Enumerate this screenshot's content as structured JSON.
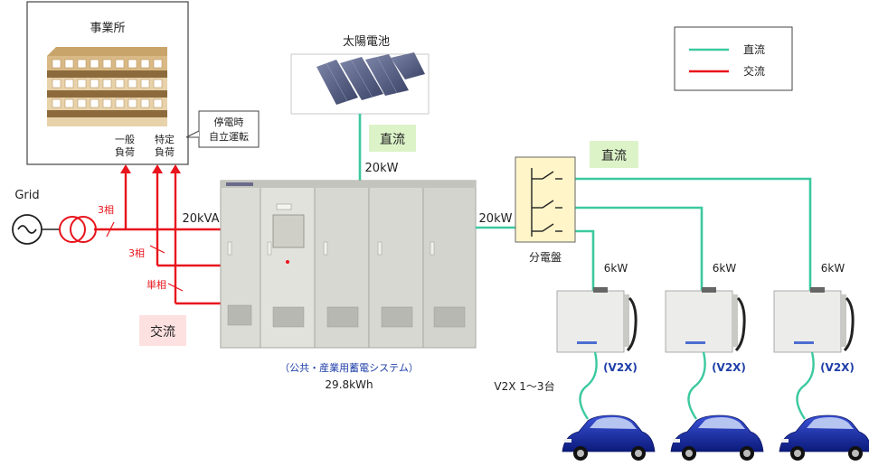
{
  "office": {
    "title": "事業所",
    "load_general": [
      "一般",
      "負荷"
    ],
    "load_specific": [
      "特定",
      "負荷"
    ]
  },
  "callout": {
    "lines": [
      "停電時",
      "自立運転"
    ]
  },
  "grid": {
    "label": "Grid"
  },
  "phases": {
    "three_a": "3相",
    "three_b": "3相",
    "single": "単相"
  },
  "ac_box": {
    "label": "交流"
  },
  "inverter": {
    "label_20kva": "20kVA"
  },
  "solar": {
    "title": "太陽電池",
    "dc_label": "直流",
    "power": "20kW"
  },
  "storage": {
    "name": "（公共・産業用蓄電システム）",
    "capacity": "29.8kWh"
  },
  "distribution": {
    "power_in": "20kW",
    "label": "分電盤",
    "dc_label": "直流"
  },
  "v2x": {
    "units": [
      {
        "power": "6kW",
        "label": "(V2X)"
      },
      {
        "power": "6kW",
        "label": "(V2X)"
      },
      {
        "power": "6kW",
        "label": "(V2X)"
      }
    ],
    "count_label": "V2X 1～3台"
  },
  "legend": {
    "dc": "直流",
    "ac": "交流",
    "dc_color": "#3cc9a0",
    "ac_color": "#e8141c"
  }
}
